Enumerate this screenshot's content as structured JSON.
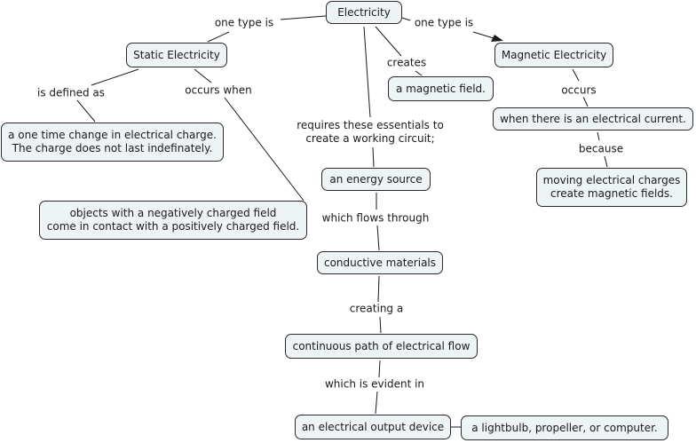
{
  "concept_map": {
    "nodes": {
      "electricity": "Electricity",
      "static": "Static Electricity",
      "magnetic": "Magnetic Electricity",
      "magnetic_field": "a magnetic field.",
      "electrical_current": "when there is an electrical current.",
      "moving_charges": "moving electrical charges\ncreate magnetic fields.",
      "one_time_change": "a one time change in electrical charge.\nThe charge does not last indefinately.",
      "objects_contact": "objects with a negatively charged field\ncome in contact with a positively charged field.",
      "energy_source": "an energy source",
      "conductive": "conductive materials",
      "continuous_path": "continuous path of electrical flow",
      "output_device": "an electrical output device",
      "examples": "a lightbulb, propeller, or computer."
    },
    "links": {
      "one_type_left": "one type is",
      "one_type_right": "one type is",
      "creates": "creates",
      "requires": "requires these essentials to\ncreate a working circuit;",
      "is_defined_as": "is defined as",
      "occurs_when": "occurs when",
      "occurs": "occurs",
      "because": "because",
      "which_flows": "which flows through",
      "creating_a": "creating a",
      "which_is_evident": "which is evident in"
    }
  }
}
